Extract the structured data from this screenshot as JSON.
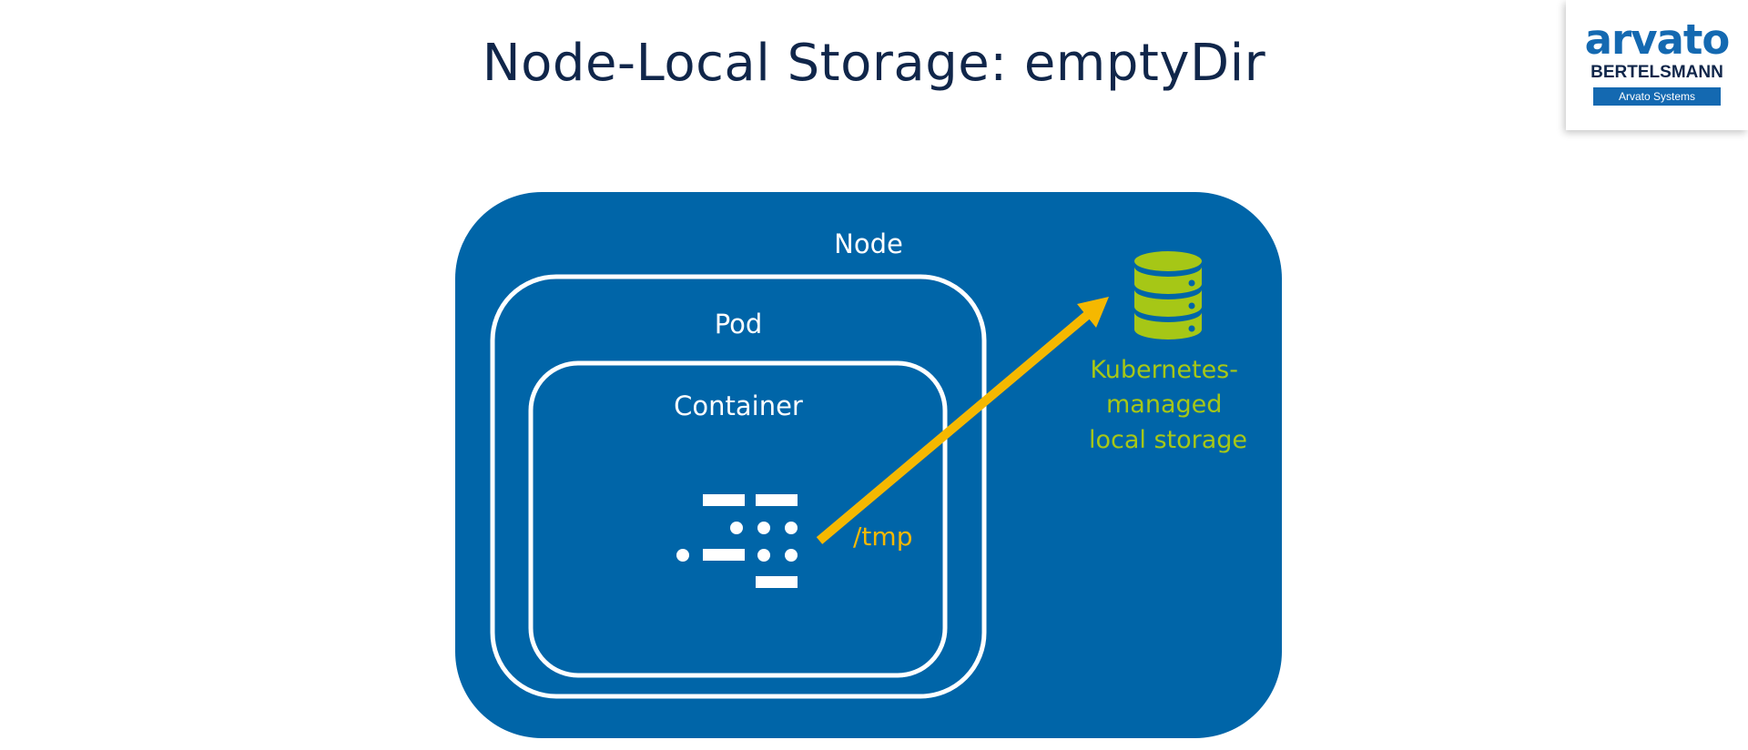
{
  "slide": {
    "title": "Node-Local Storage: emptyDir"
  },
  "logo": {
    "wordmark": "arvato",
    "company": "BERTELSMANN",
    "division": "Arvato Systems"
  },
  "diagram": {
    "node_label": "Node",
    "pod_label": "Pod",
    "container_label": "Container",
    "path_label": "/tmp",
    "storage_label_lines": [
      "Kubernetes-",
      "managed",
      "local storage"
    ],
    "storage_icon": "database-icon",
    "container_icon": "container-process-icon"
  },
  "colors": {
    "node_fill": "#0065a8",
    "outline": "#ffffff",
    "arrow": "#f5b800",
    "storage": "#a6c716",
    "title": "#10264a",
    "brand": "#1469b1"
  }
}
